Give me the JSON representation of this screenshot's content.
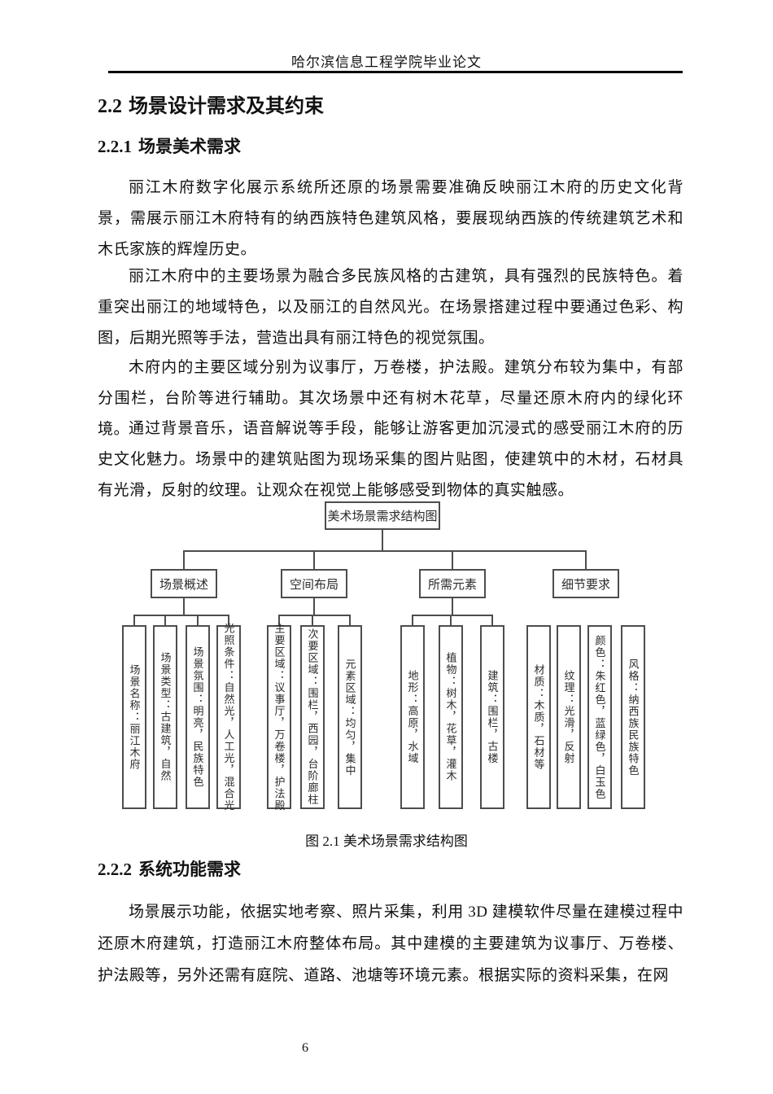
{
  "header": {
    "title": "哈尔滨信息工程学院毕业论文"
  },
  "sections": {
    "s22": {
      "num": "2.2",
      "title": "场景设计需求及其约束"
    },
    "s221": {
      "num": "2.2.1",
      "title": "场景美术需求"
    },
    "s222": {
      "num": "2.2.2",
      "title": "系统功能需求"
    }
  },
  "paragraphs": {
    "p1": "丽江木府数字化展示系统所还原的场景需要准确反映丽江木府的历史文化背景，需展示丽江木府特有的纳西族特色建筑风格，要展现纳西族的传统建筑艺术和木氏家族的辉煌历史。",
    "p2": "丽江木府中的主要场景为融合多民族风格的古建筑，具有强烈的民族特色。着重突出丽江的地域特色，以及丽江的自然风光。在场景搭建过程中要通过色彩、构图，后期光照等手法，营造出具有丽江特色的视觉氛围。",
    "p3": "木府内的主要区域分别为议事厅，万卷楼，护法殿。建筑分布较为集中，有部分围栏，台阶等进行辅助。其次场景中还有树木花草，尽量还原木府内的绿化环境。",
    "p4": "通过背景音乐，语音解说等手段，能够让游客更加沉浸式的感受丽江木府的历史文化魅力。场景中的建筑贴图为现场采集的图片贴图，使建筑中的木材，石材具有光滑，反射的纹理。让观众在视觉上能够感受到物体的真实触感。",
    "p5": "场景展示功能，依据实地考察、照片采集，利用 3D 建模软件尽量在建模过程中还原木府建筑，打造丽江木府整体布局。其中建模的主要建筑为议事厅、万卷楼、护法殿等，另外还需有庭院、道路、池塘等环境元素。根据实际的资料采集，在网"
  },
  "diagram": {
    "root": "美术场景需求结构图",
    "caption": "图 2.1 美术场景需求结构图",
    "line_color": "#4d4d4d",
    "branches": [
      {
        "label": "场景概述",
        "connected_to_leaves": true,
        "leaves": [
          "场景名称：丽江木府",
          "场景类型：古建筑，自然",
          "场景氛围：明亮，民族特色",
          "光照条件：自然光，人工光，混合光"
        ]
      },
      {
        "label": "空间布局",
        "connected_to_leaves": true,
        "leaves": [
          "主要区域：议事厅，万卷楼，护法殿",
          "次要区域：围栏，西园，台阶廊柱",
          "元素区域：均匀，集中"
        ]
      },
      {
        "label": "所需元素",
        "connected_to_leaves": true,
        "leaves": [
          "地形：高原，水域",
          "植物：树木，花草，灌木",
          "建筑：围栏，古楼"
        ]
      },
      {
        "label": "细节要求",
        "connected_to_leaves": false,
        "leaves": [
          "材质：木质，石材等",
          "纹理：光滑，反射",
          "颜色：朱红色，蓝绿色，白玉色",
          "风格：纳西族民族特色"
        ]
      }
    ]
  },
  "footer": {
    "page_number": "6"
  }
}
